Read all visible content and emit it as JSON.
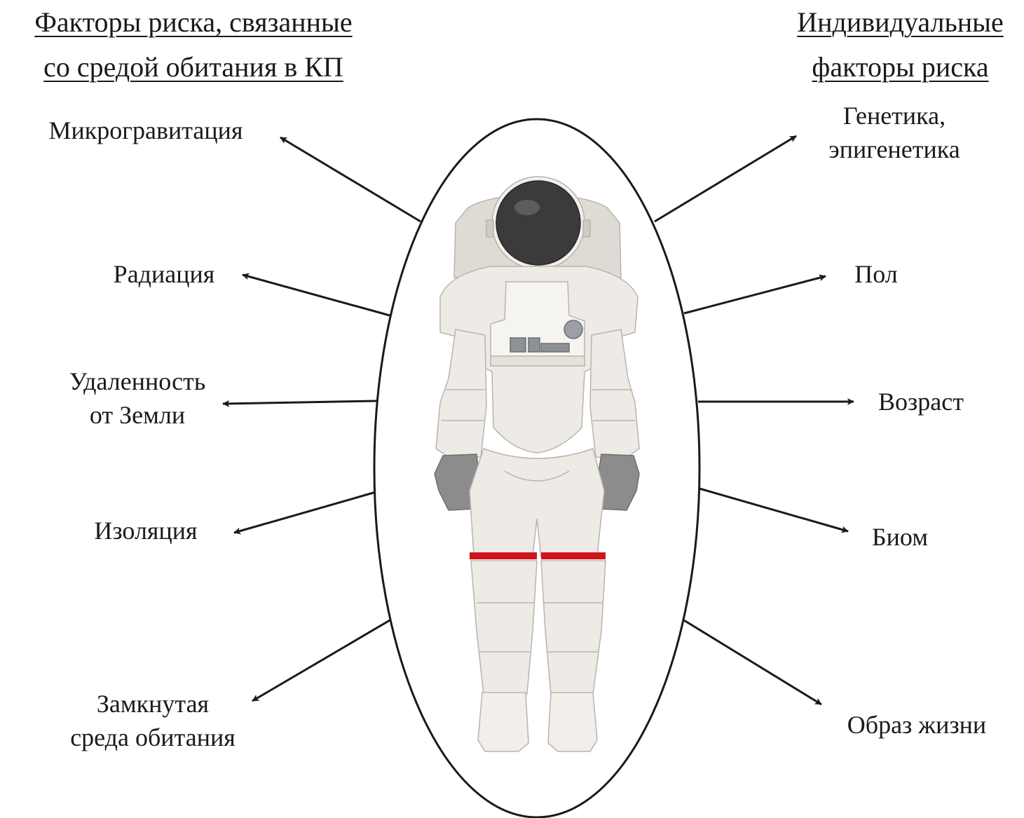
{
  "left_heading": {
    "line1": "Факторы риска, связанные",
    "line2": "со средой обитания в КП"
  },
  "right_heading": {
    "line1": "Индивидуальные",
    "line2": "факторы риска"
  },
  "left_factors": [
    {
      "lines": [
        "Микрогравитация"
      ]
    },
    {
      "lines": [
        "Радиация"
      ]
    },
    {
      "lines": [
        "Удаленность",
        "от Земли"
      ]
    },
    {
      "lines": [
        "Изоляция"
      ]
    },
    {
      "lines": [
        "Замкнутая",
        "среда обитания"
      ]
    }
  ],
  "right_factors": [
    {
      "lines": [
        "Генетика,",
        "эпигенетика"
      ]
    },
    {
      "lines": [
        "Пол"
      ]
    },
    {
      "lines": [
        "Возраст"
      ]
    },
    {
      "lines": [
        "Биом"
      ]
    },
    {
      "lines": [
        "Образ жизни"
      ]
    }
  ],
  "colors": {
    "stroke": "#1a1a1a",
    "suit": "#eeebe6",
    "suit_shade": "#d9d5cf",
    "visor": "#3b3b3b",
    "gloves": "#8c8c8c",
    "stripe": "#d0141e"
  }
}
